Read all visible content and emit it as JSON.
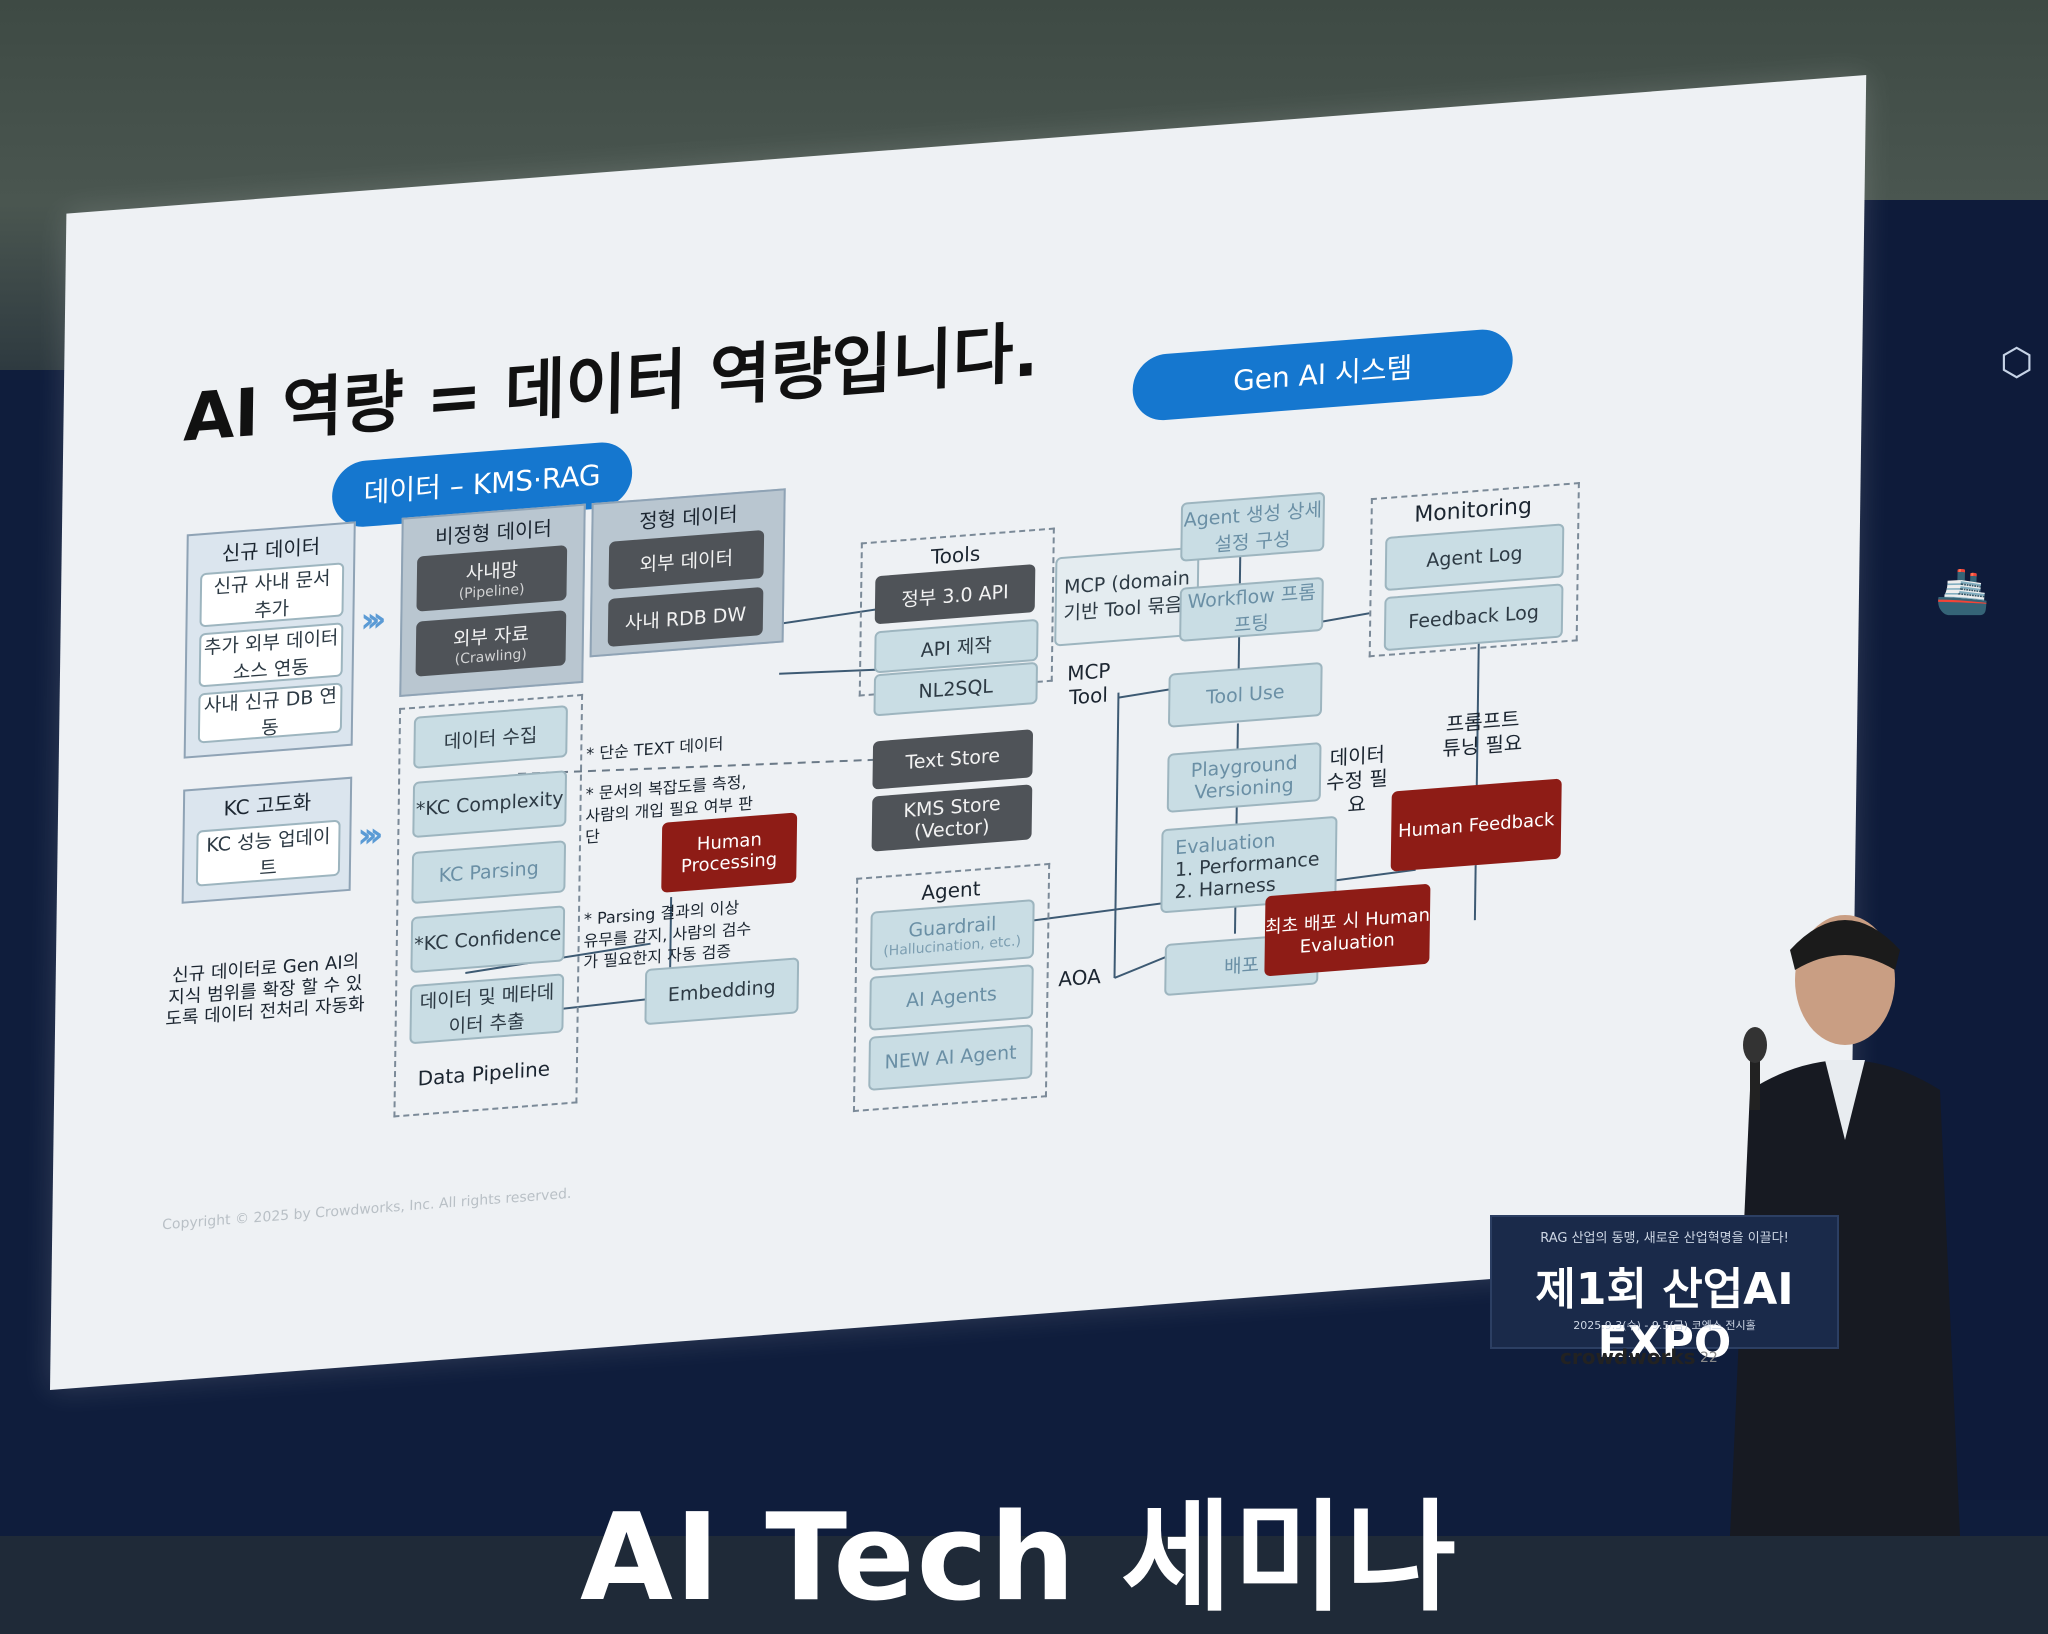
{
  "slide": {
    "title": "AI 역량 = 데이터 역량입니다.",
    "pill_data": "데이터 – KMS·RAG",
    "pill_genai": "Gen AI 시스템",
    "new_data": {
      "header": "신규 데이터",
      "items": [
        "신규 사내 문서 추가",
        "추가 외부 데이터 소스 연동",
        "사내 신규 DB 연동"
      ]
    },
    "kc": {
      "header": "KC 고도화",
      "item": "KC 성능 업데이트"
    },
    "bottom_note": "신규 데이터로 Gen AI의 지식 범위를 확장 할 수 있도록 데이터 전처리 자동화",
    "unstructured": {
      "header": "비정형 데이터",
      "items": [
        {
          "label": "사내망",
          "sub": "(Pipeline)"
        },
        {
          "label": "외부 자료",
          "sub": "(Crawling)"
        }
      ]
    },
    "structured": {
      "header": "정형 데이터",
      "items": [
        "외부 데이터",
        "사내 RDB DW"
      ]
    },
    "pipeline": {
      "steps": [
        "데이터 수집",
        "*KC Complexity",
        "KC Parsing",
        "*KC Confidence",
        "데이터 및 메타데이터 추출"
      ],
      "label": "Data Pipeline"
    },
    "notes": {
      "text_data": "* 단순 TEXT 데이터",
      "complexity": "* 문서의 복잡도를 측정, 사람의 개입 필요 여부 판단",
      "parsing": "* Parsing 결과의 이상 유무를 감지, 사람의 검수가 필요한지 자동 검증"
    },
    "human_processing": "Human Processing",
    "embedding": "Embedding",
    "tools": {
      "header": "Tools",
      "items": [
        "정부 3.0 API",
        "API 제작",
        "NL2SQL"
      ]
    },
    "mcp_box": "MCP (domain 기반 Tool 묶음)",
    "mcp_tool": "MCP Tool",
    "stores": [
      "Text Store",
      "KMS Store (Vector)"
    ],
    "agent": {
      "header": "Agent",
      "items": [
        {
          "label": "Guardrail",
          "sub": "(Hallucination, etc.)"
        },
        {
          "label": "AI Agents",
          "sub": ""
        },
        {
          "label": "NEW AI Agent",
          "sub": ""
        }
      ]
    },
    "aoa": "AOA",
    "genai_flow": [
      "Agent 생성 상세 설정 구성",
      "Workflow 프롬프팅",
      "Tool Use",
      "Playground Versioning"
    ],
    "evaluation": {
      "title": "Evaluation",
      "items": [
        "1. Performance",
        "2. Harness"
      ]
    },
    "deploy": "배포",
    "final_eval": "최초 배포 시 Human Evaluation",
    "data_fix": "데이터 수정 필요",
    "prompt_tune": "프롬프트 튜닝 필요",
    "human_feedback": "Human Feedback",
    "monitoring": {
      "header": "Monitoring",
      "items": [
        "Agent Log",
        "Feedback Log"
      ]
    },
    "copyright": "Copyright © 2025 by Crowdworks, Inc. All rights reserved."
  },
  "podium": {
    "line1": "RAG 산업의 동맹, 새로운 산업혁명을 이끌다!",
    "line2": "제1회 산업AI EXPO",
    "line3": "2025.9.3(수) - 9.5(금) 코엑스 전시홀"
  },
  "brand": "crowdworks",
  "page_number": "22",
  "banner_text": "AI Tech 세미나"
}
